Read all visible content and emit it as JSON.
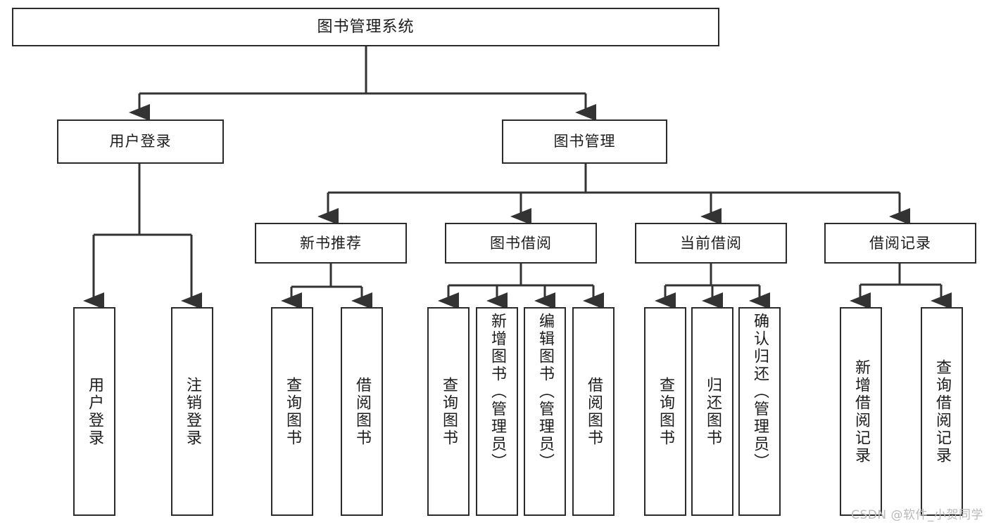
{
  "diagram": {
    "title": "图书管理系统",
    "watermark": "CSDN @软件_小贺同学",
    "colors": {
      "box_border": "#2b2b2b",
      "box_fill": "#ffffff",
      "connector": "#333333",
      "text": "#1c1c1c",
      "watermark": "#b9b9b9"
    },
    "root": {
      "label": "图书管理系统"
    },
    "level2": [
      {
        "label": "用户登录"
      },
      {
        "label": "图书管理"
      }
    ],
    "level3": [
      {
        "label": "新书推荐"
      },
      {
        "label": "图书借阅"
      },
      {
        "label": "当前借阅"
      },
      {
        "label": "借阅记录"
      }
    ],
    "leaves": {
      "user_login": [
        {
          "label": "用户登录"
        },
        {
          "label": "注销登录"
        }
      ],
      "new_book_recommend": [
        {
          "label": "查询图书"
        },
        {
          "label": "借阅图书"
        }
      ],
      "book_borrow": [
        {
          "label": "查询图书"
        },
        {
          "label": "新增图书（管理员）"
        },
        {
          "label": "编辑图书（管理员）"
        },
        {
          "label": "借阅图书"
        }
      ],
      "current_borrow": [
        {
          "label": "查询图书"
        },
        {
          "label": "归还图书"
        },
        {
          "label": "确认归还（管理员）"
        }
      ],
      "borrow_record": [
        {
          "label": "新增借阅记录"
        },
        {
          "label": "查询借阅记录"
        }
      ]
    }
  }
}
